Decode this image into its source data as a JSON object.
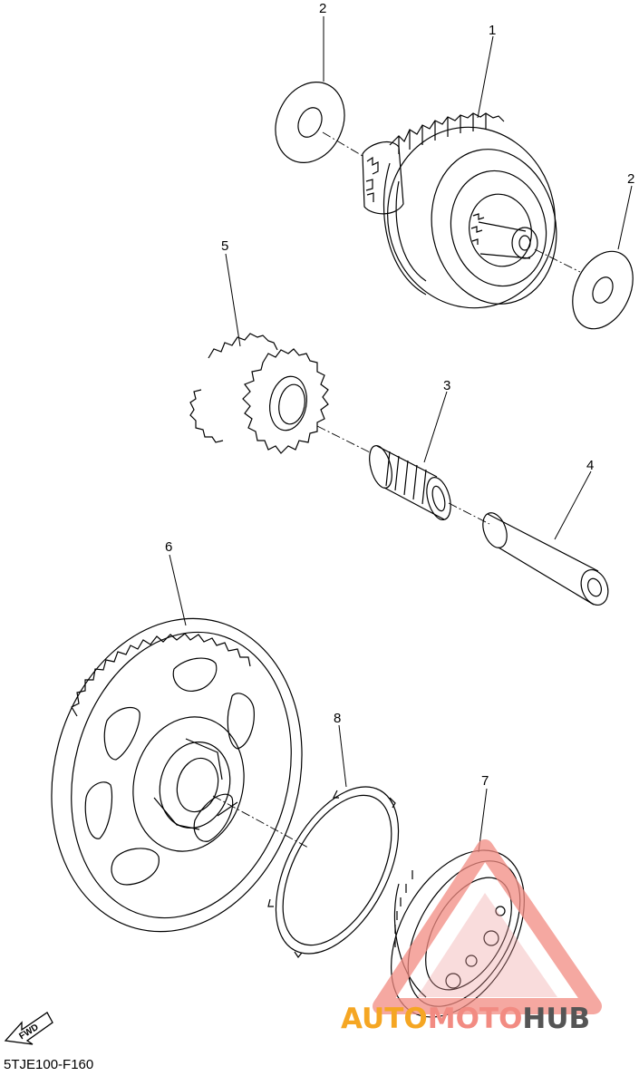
{
  "diagram": {
    "callouts": [
      "1",
      "2",
      "2",
      "3",
      "4",
      "5",
      "6",
      "7",
      "8"
    ],
    "fwd_label": "FWD",
    "drawing_code": "5TJE100-F160"
  },
  "watermark": {
    "part1": "AUTO",
    "part2": "MOTO",
    "part3": "HUB",
    "color_orange": "#f5a623",
    "color_red": "#e53935",
    "color_gray": "#555555"
  }
}
